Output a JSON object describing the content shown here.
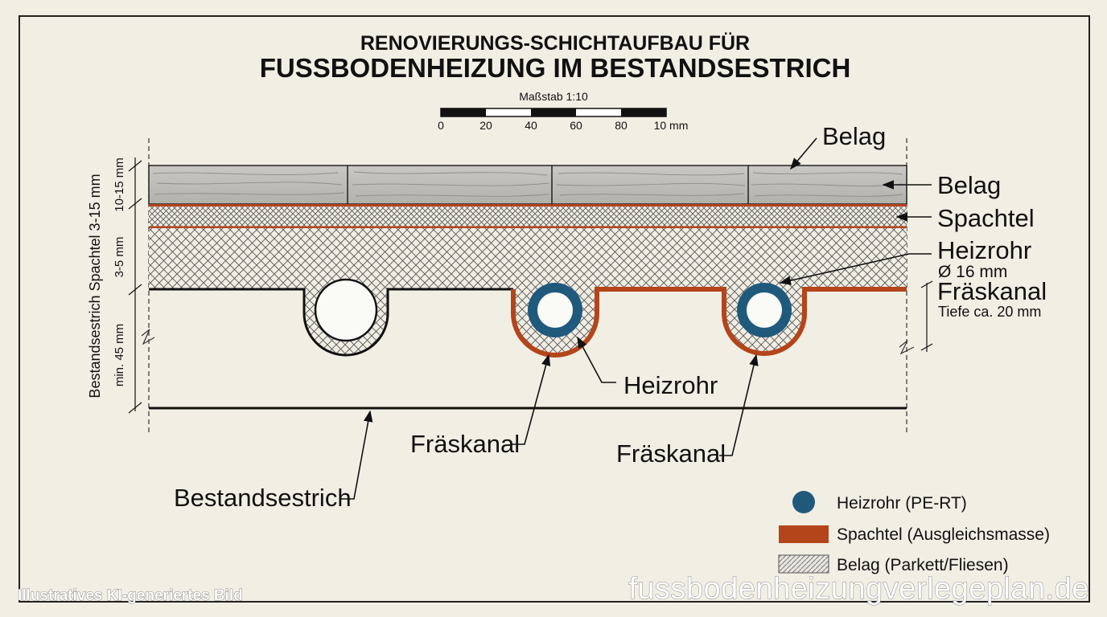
{
  "title": {
    "line1": "RENOVIERUNGS-SCHICHTAUFBAU FÜR",
    "line2": "FUSSBODENHEIZUNG IM BESTANDSESTRICH"
  },
  "scale": {
    "label": "Maßstab 1:10",
    "ticks": [
      "0",
      "20",
      "40",
      "60",
      "80",
      "10 mm"
    ]
  },
  "labels": {
    "belag_top": "Belag",
    "belag_right": "Belag",
    "spachtel_right": "Spachtel",
    "heizrohr_right": "Heizrohr",
    "heizrohr_diameter": "Ø 16 mm",
    "fraeskanal_right": "Fräskanal",
    "fraeskanal_depth": "Tiefe ca. 20 mm",
    "heizrohr_center": "Heizrohr",
    "fraeskanal_left": "Fräskanal",
    "fraeskanal_mid": "Fräskanal",
    "bestandsestrich": "Bestandsestrich"
  },
  "dimensions": {
    "outer_left": "Bestandsestrich  Spachtel  3-15 mm",
    "belag": "10-15 mm",
    "spachtel": "3-5 mm",
    "estrich": "min. 45 mm"
  },
  "legend": [
    {
      "label": "Heizrohr (PE-RT)",
      "icon": "pipe-circle-icon"
    },
    {
      "label": "Spachtel (Ausgleichsmasse)",
      "icon": "orange-swatch-icon"
    },
    {
      "label": "Belag (Parkett/Fliesen)",
      "icon": "hatch-swatch-icon"
    }
  ],
  "watermark": {
    "left": "Illustratives KI-generiertes Bild",
    "right": "fussbodenheizungverlegeplan.de"
  },
  "colors": {
    "background": "#f1eee4",
    "pipe_blue": "#1f5a7d",
    "spachtel_orange": "#b4451b",
    "line": "#111111"
  }
}
